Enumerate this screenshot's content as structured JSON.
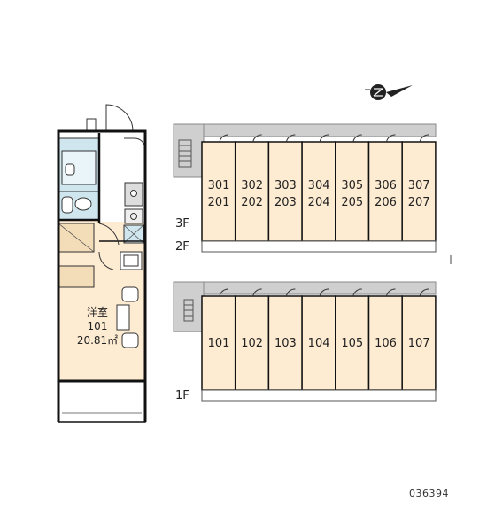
{
  "room": {
    "type": "洋室",
    "number": "101",
    "area": "20.81㎡"
  },
  "floors": {
    "upper": {
      "label_top": "3F",
      "label_bottom": "2F",
      "units": [
        {
          "top": "301",
          "bottom": "201"
        },
        {
          "top": "302",
          "bottom": "202"
        },
        {
          "top": "303",
          "bottom": "203"
        },
        {
          "top": "304",
          "bottom": "204"
        },
        {
          "top": "305",
          "bottom": "205"
        },
        {
          "top": "306",
          "bottom": "206"
        },
        {
          "top": "307",
          "bottom": "207"
        }
      ]
    },
    "ground": {
      "label": "1F",
      "units": [
        "101",
        "102",
        "103",
        "104",
        "105",
        "106",
        "107"
      ]
    }
  },
  "compass": {
    "icon": "north-arrow-icon"
  },
  "property_code": "036394",
  "colors": {
    "room_fill": "#fdebd2",
    "wet_area_fill": "#cfe6ee",
    "corridor_fill": "#cfcfcf",
    "wall": "#111111"
  }
}
